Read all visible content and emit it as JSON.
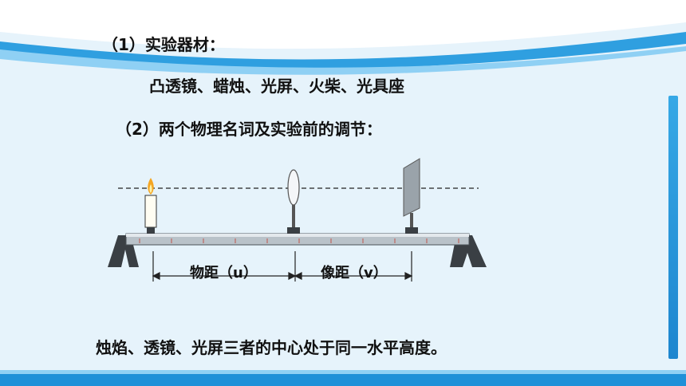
{
  "heading1": "（1）实验器材：",
  "materials": "凸透镜、蜡烛、光屏、火柴、光具座",
  "heading2": "（2）两个物理名词及实验前的调节：",
  "label_u": "物距（u）",
  "label_v": "像距（v）",
  "conclusion": "烛焰、透镜、光屏三者的中心处于同一水平高度。",
  "colors": {
    "background": "#e6f3fb",
    "accent": "#1a8bd6",
    "ruler_mark": "#c0392b"
  }
}
